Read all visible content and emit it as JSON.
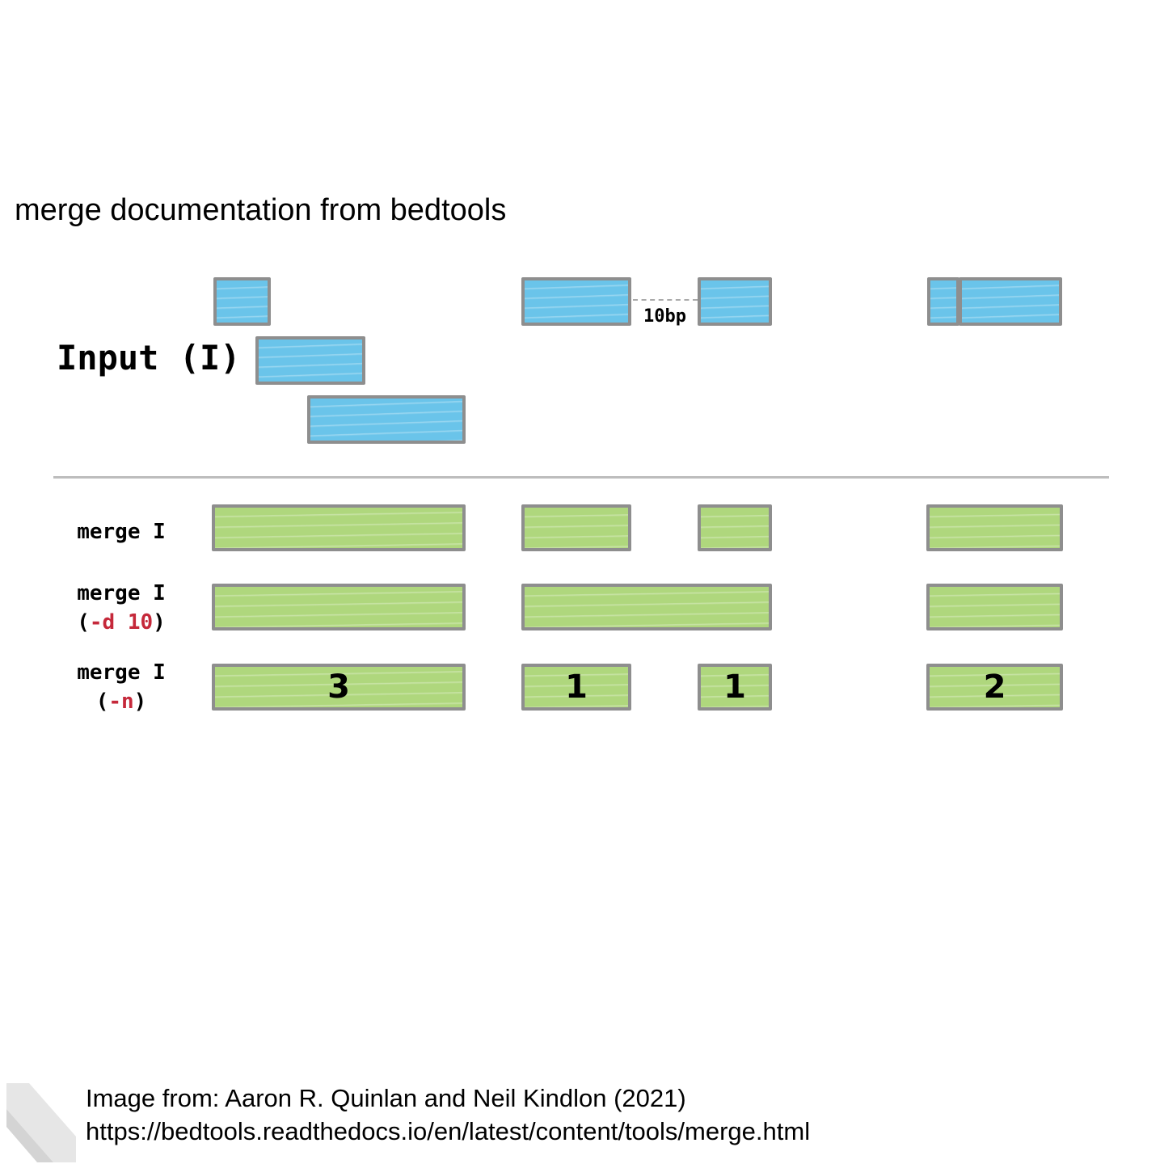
{
  "title": "merge documentation from bedtools",
  "input_label": "Input (I)",
  "gap_label": "10bp",
  "rows": [
    {
      "line1": "merge I",
      "opt_prefix": "",
      "opt": "",
      "opt_suffix": ""
    },
    {
      "line1": "merge I",
      "opt_prefix": "(",
      "opt": "-d 10",
      "opt_suffix": ")"
    },
    {
      "line1": "merge I",
      "opt_prefix": "(",
      "opt": "-n",
      "opt_suffix": ")"
    }
  ],
  "counts": [
    "3",
    "1",
    "1",
    "2"
  ],
  "footer": {
    "line1": "Image from: Aaron R. Quinlan and Neil Kindlon (2021)",
    "line2": "https://bedtools.readthedocs.io/en/latest/content/tools/merge.html"
  },
  "colors": {
    "input": "#6ac4ea",
    "merged": "#afd77d",
    "option": "#c5283a"
  }
}
